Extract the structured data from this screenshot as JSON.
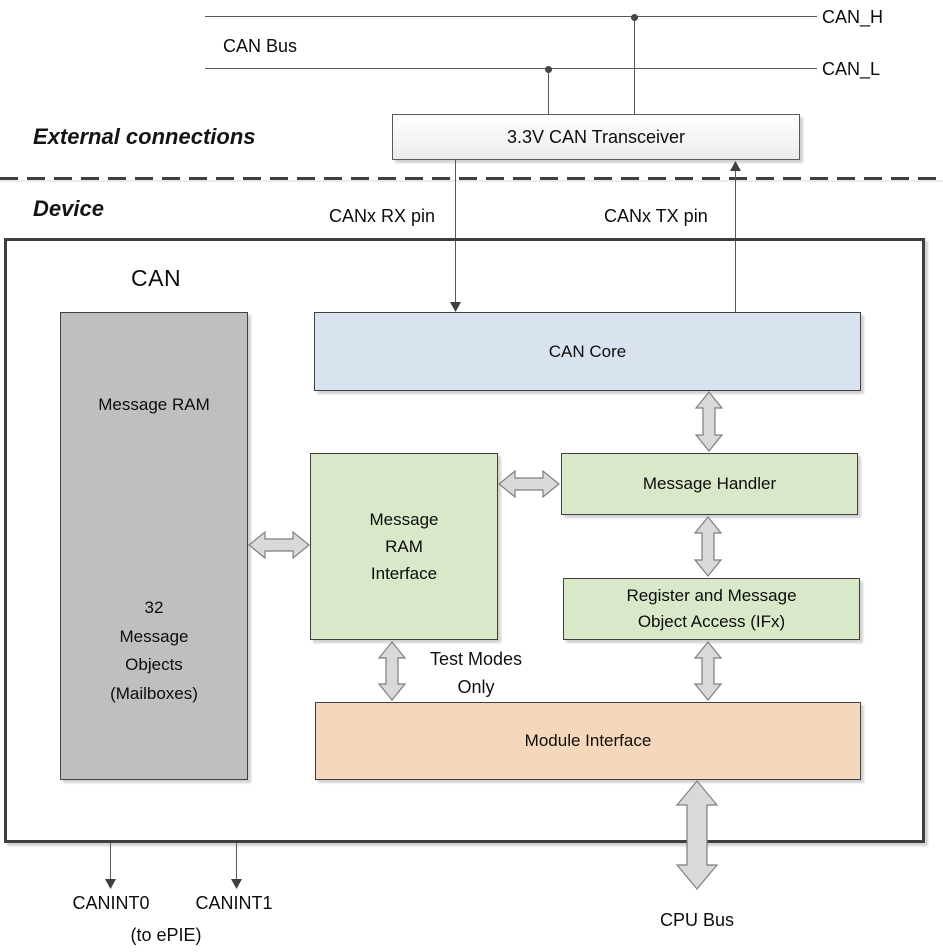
{
  "external": {
    "section_label": "External connections",
    "can_bus_label": "CAN Bus",
    "can_h_label": "CAN_H",
    "can_l_label": "CAN_L",
    "transceiver_label": "3.3V CAN Transceiver"
  },
  "device": {
    "section_label": "Device",
    "rx_pin_label": "CANx RX pin",
    "tx_pin_label": "CANx TX pin",
    "module_title": "CAN",
    "blocks": {
      "message_ram": {
        "title": "Message RAM",
        "subtitle_lines": [
          "32",
          "Message",
          "Objects",
          "(Mailboxes)"
        ]
      },
      "can_core": {
        "label": "CAN Core"
      },
      "message_ram_interface": {
        "lines": [
          "Message",
          "RAM",
          "Interface"
        ]
      },
      "message_handler": {
        "label": "Message Handler"
      },
      "register_access": {
        "lines": [
          "Register and Message",
          "Object Access (IFx)"
        ]
      },
      "module_interface": {
        "label": "Module Interface"
      }
    },
    "test_modes_note": {
      "lines": [
        "Test Modes",
        "Only"
      ]
    }
  },
  "bottom": {
    "canint0_label": "CANINT0",
    "canint1_label": "CANINT1",
    "to_epie_label": "(to ePIE)",
    "cpu_bus_label": "CPU Bus"
  },
  "colors": {
    "message_ram_gray": "#bfbfbf",
    "can_core_blue": "#d9e2ef",
    "block_green": "#d8e8c9",
    "module_interface_orange": "#f5d8bb",
    "arrow_fill": "#d9d9d9",
    "arrow_stroke": "#7f7f7f",
    "wire": "#595959",
    "frame": "#3f3f3f"
  }
}
